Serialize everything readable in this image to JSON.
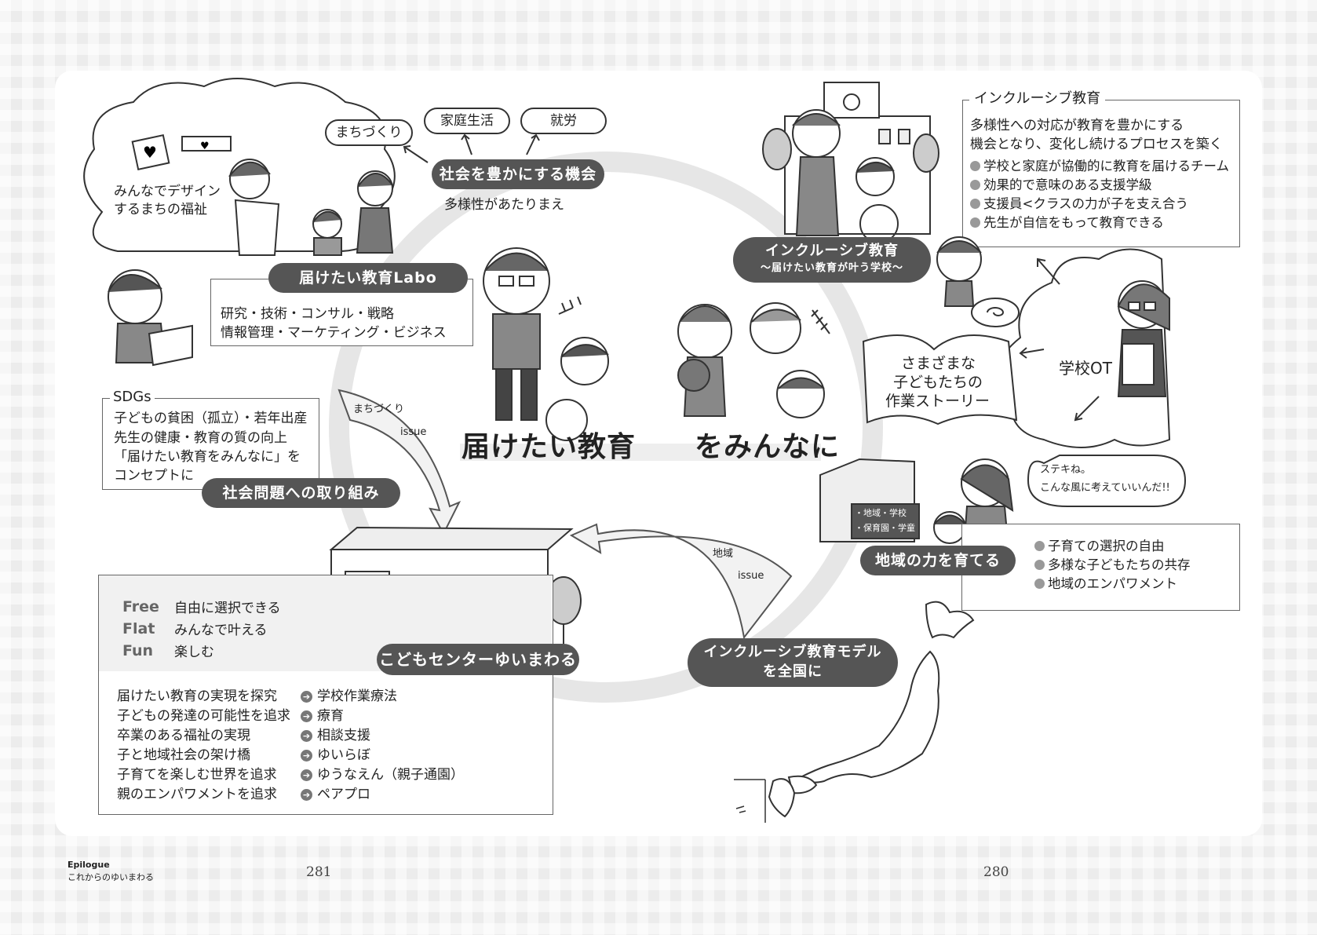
{
  "headline": {
    "left": "届けたい教育",
    "right": "をみんなに"
  },
  "top_cloud": {
    "text_line1": "みんなでデザイン",
    "text_line2": "するまちの福祉"
  },
  "tags": {
    "machizukuri": "まちづくり",
    "katei": "家庭生活",
    "shuro": "就労"
  },
  "society": {
    "pill": "社会を豊かにする機会",
    "note": "多様性があたりまえ"
  },
  "labo": {
    "pill": "届けたい教育Labo",
    "line1": "研究・技術・コンサル・戦略",
    "line2": "情報管理・マーケティング・ビジネス"
  },
  "sdgs": {
    "title": "SDGs",
    "lines": [
      "子どもの貧困（孤立）・若年出産",
      "先生の健康・教育の質の向上",
      "「届けたい教育をみんなに」を",
      "コンセプトに"
    ],
    "pill": "社会問題への取り組み"
  },
  "arrow_left": {
    "label1": "まちづくり",
    "label2": "issue"
  },
  "arrow_bottom": {
    "label1": "地域",
    "label2": "issue"
  },
  "inclusive_box": {
    "title": "インクルーシブ教育",
    "intro1": "多様性への対応が教育を豊かにする",
    "intro2": "機会となり、変化し続けるプロセスを築く",
    "items": [
      "学校と家庭が協働的に教育を届けるチーム",
      "効果的で意味のある支援学級",
      "支援員<クラスの力が子を支え合う",
      "先生が自信をもって教育できる"
    ]
  },
  "school_pill": {
    "line1": "インクルーシブ教育",
    "line2": "〜届けたい教育が叶う学校〜"
  },
  "story_book": {
    "line1": "さまざまな",
    "line2": "子どもたちの",
    "line3": "作業ストーリー"
  },
  "school_ot": "学校OT",
  "speech": {
    "line1": "ステキね。",
    "line2": "こんな風に考えていいんだ!!"
  },
  "region_sign": {
    "line1": "・地域・学校",
    "line2": "・保育園・学童"
  },
  "region": {
    "pill": "地域の力を育てる",
    "items": [
      "子育ての選択の自由",
      "多様な子どもたちの共存",
      "地域のエンパワメント"
    ]
  },
  "model_pill": {
    "line1": "インクルーシブ教育モデル",
    "line2": "を全国に"
  },
  "center": {
    "pill": "こどもセンターゆいまわる",
    "fff": [
      {
        "key": "Free",
        "desc": "自由に選択できる"
      },
      {
        "key": "Flat",
        "desc": "みんなで叶える"
      },
      {
        "key": "Fun",
        "desc": "楽しむ"
      }
    ],
    "rows": [
      {
        "left": "届けたい教育の実現を探究",
        "right": "学校作業療法"
      },
      {
        "left": "子どもの発達の可能性を追求",
        "right": "療育"
      },
      {
        "left": "卒業のある福祉の実現",
        "right": "相談支援"
      },
      {
        "left": "子と地域社会の架け橋",
        "right": "ゆいらぼ"
      },
      {
        "left": "子育てを楽しむ世界を追求",
        "right": "ゆうなえん（親子通園）"
      },
      {
        "left": "親のエンパワメントを追求",
        "right": "ペアプロ"
      }
    ]
  },
  "footer": {
    "epilogue": "Epilogue",
    "chapter": "これからのゆいまわる",
    "page_left": "281",
    "page_right": "280"
  }
}
